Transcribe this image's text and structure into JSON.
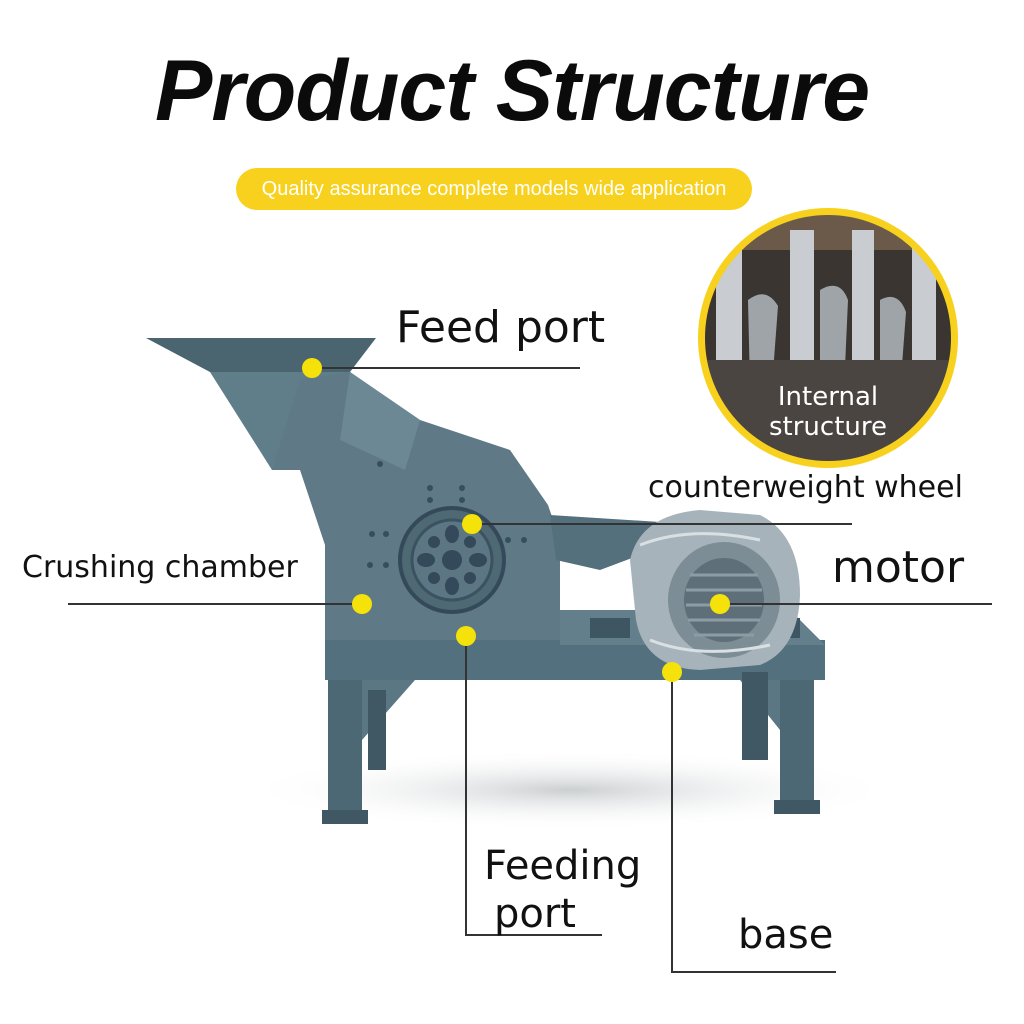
{
  "title": "Product Structure",
  "subtitle": "Quality assurance complete models wide application",
  "labels": {
    "feed_port": "Feed port",
    "counterweight_wheel": "counterweight wheel",
    "crushing_chamber": "Crushing chamber",
    "motor": "motor",
    "feeding_port_line1": "Feeding",
    "feeding_port_line2": "port",
    "base": "base",
    "internal_structure_line1": "Internal",
    "internal_structure_line2": "structure"
  },
  "colors": {
    "accent": "#f7d11d",
    "marker": "#f5e20a",
    "machine": "#5f7a86",
    "machine_dark": "#3f5661",
    "leader_line": "#333333"
  }
}
